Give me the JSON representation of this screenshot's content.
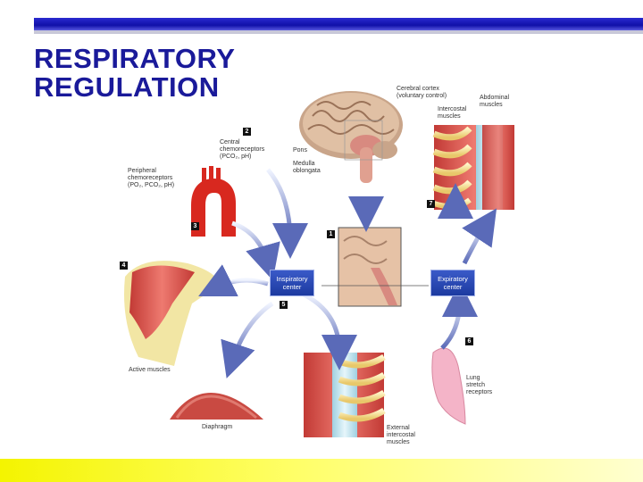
{
  "slide": {
    "title_line1": "RESPIRATORY",
    "title_line2": "REGULATION"
  },
  "colors": {
    "title": "#1a1a9a",
    "top_bar": "#1a1ab8",
    "bottom_bar": "#ffff00",
    "muscle": "#d9534f",
    "bone": "#f5e6a8",
    "center_box": "#2a4ab8"
  },
  "labels": {
    "cerebral_cortex": "Cerebral cortex\n(voluntary control)",
    "intercostal_muscles": "Intercostal\nmuscles",
    "abdominal_muscles": "Abdominal\nmuscles",
    "central_chemoreceptors": "Central\nchemoreceptors\n(PCO₂, pH)",
    "peripheral_chemoreceptors": "Peripheral\nchemoreceptors\n(PO₂, PCO₂, pH)",
    "pons": "Pons",
    "medulla": "Medulla\noblongata",
    "inspiratory_center": "Inspiratory\ncenter",
    "expiratory_center": "Expiratory\ncenter",
    "active_muscles": "Active muscles",
    "diaphragm": "Diaphragm",
    "external_intercostal": "External\nintercostal\nmuscles",
    "lung_stretch": "Lung\nstretch\nreceptors"
  },
  "steps": [
    "1",
    "2",
    "3",
    "4",
    "5",
    "6",
    "7"
  ]
}
